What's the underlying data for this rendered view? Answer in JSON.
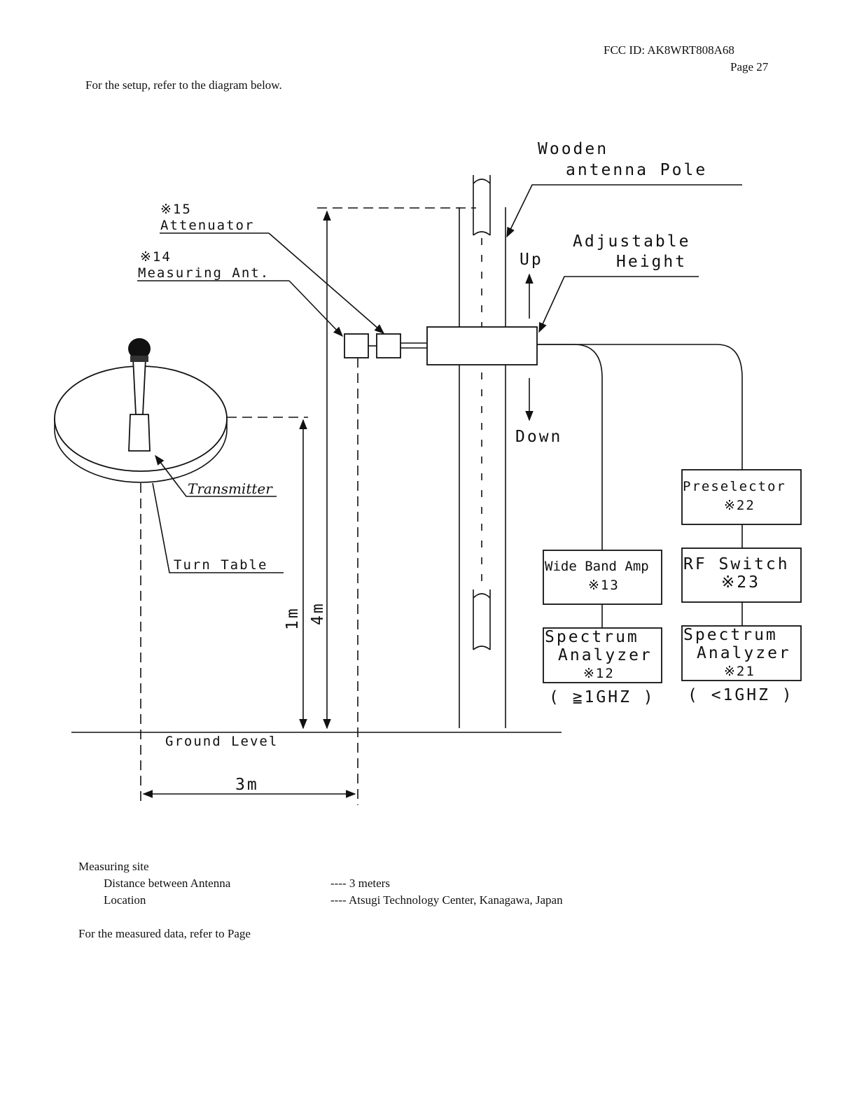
{
  "header": {
    "fcc_id": "FCC ID: AK8WRT808A68",
    "page": "Page 27"
  },
  "intro": "For the setup, refer to the diagram below.",
  "diagram": {
    "pole_label_1": "Wooden",
    "pole_label_2": "antenna Pole",
    "attenuator_num": "※15",
    "attenuator_label": "Attenuator",
    "ant_num": "※14",
    "ant_label": "Measuring Ant.",
    "adjustable_1": "Adjustable",
    "adjustable_2": "Height",
    "up": "Up",
    "down": "Down",
    "transmitter": "Transmitter",
    "turn_table": "Turn Table",
    "h1": "1m",
    "h4": "4m",
    "ground": "Ground Level",
    "dist": "3m",
    "preselector_1": "Preselector",
    "preselector_2": "※22",
    "rf_switch_1": "RF Switch",
    "rf_switch_2": "※23",
    "wideband_1": "Wide Band Amp",
    "wideband_2": "※13",
    "sa12_1": "Spectrum",
    "sa12_2": "Analyzer",
    "sa12_3": "※12",
    "sa21_1": "Spectrum",
    "sa21_2": "Analyzer",
    "sa21_3": "※21",
    "range_hi": "( ≧1GHZ )",
    "range_lo": "( <1GHZ )"
  },
  "measuring_site": {
    "title": "Measuring site",
    "rows": [
      {
        "key": "Distance between Antenna",
        "value": "---- 3 meters"
      },
      {
        "key": "Location",
        "value": "---- Atsugi Technology Center, Kanagawa, Japan"
      }
    ]
  },
  "footer_note": "For the measured data, refer to Page"
}
